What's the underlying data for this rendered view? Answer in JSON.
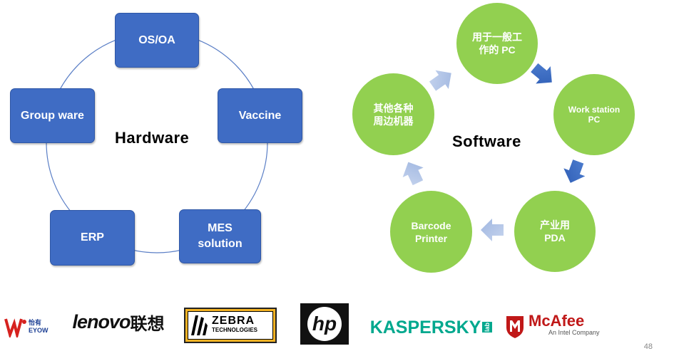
{
  "hardware": {
    "title": "Hardware",
    "nodes": [
      "OS/OA",
      "Vaccine",
      "MES solution",
      "ERP",
      "Group ware"
    ],
    "color": "#3f6cc4"
  },
  "software": {
    "title": "Software",
    "nodes": [
      "用于一般工作的 PC",
      "Work station PC",
      "产业用 PDA",
      "Barcode Printer",
      "其他各种周边机器"
    ],
    "circle_color": "#92d050",
    "arrow_color": "#4472c4"
  },
  "logos": {
    "eyow_cn": "怡有",
    "eyow": "EYOW",
    "lenovo": "lenovo",
    "lenovo_cn": "联想",
    "zebra": "ZEBRA",
    "zebra_sub": "TECHNOLOGIES",
    "hp": "hp",
    "kaspersky": "KASPERSKY",
    "kaspersky_lab": "lab",
    "mcafee": "McAfee",
    "mcafee_sub": "An Intel Company"
  },
  "page_number": "48"
}
